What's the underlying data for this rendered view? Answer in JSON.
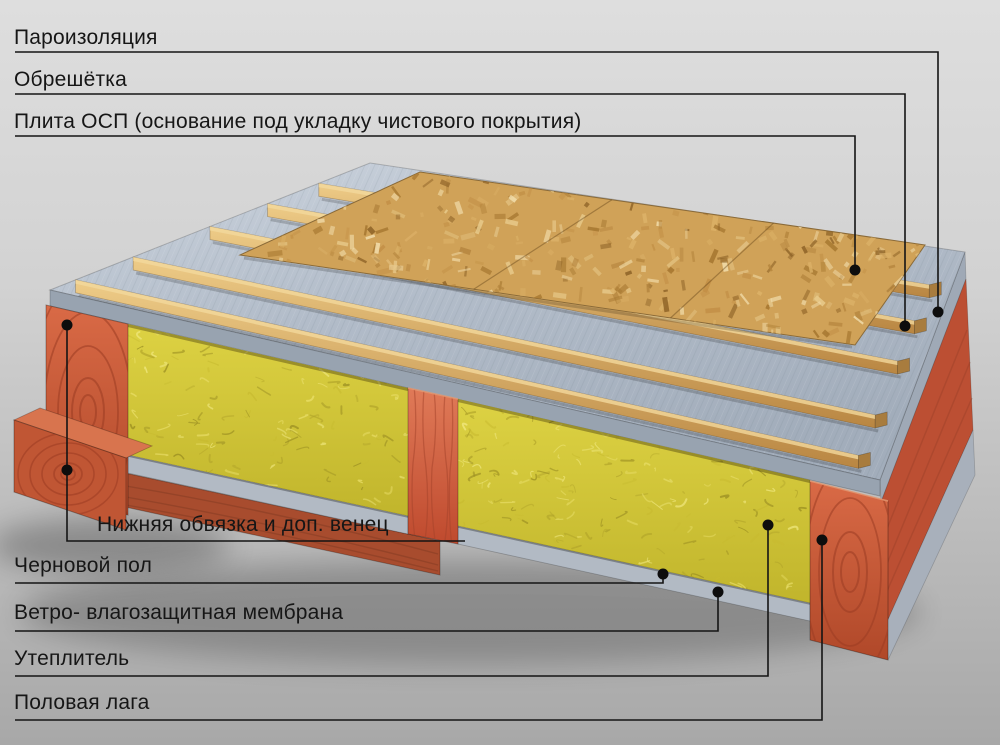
{
  "labels": {
    "vapor_barrier": "Пароизоляция",
    "lathing": "Обрешётка",
    "osb": "Плита ОСП (основание под укладку чистового покрытия)",
    "bottom_frame": "Нижняя обвязка и доп. венец",
    "subfloor": "Черновой пол",
    "membrane": "Ветро- влагозащитная мембрана",
    "insulation": "Утеплитель",
    "floor_joist": "Половая лага"
  },
  "colors": {
    "background_top": "#dedede",
    "background_bottom": "#a8a8a8",
    "membrane_gray": "#aeb9c6",
    "wood_orange": "#cc5536",
    "insulation_yellow": "#d2c63a",
    "osb_tan": "#d0a258",
    "batten_tan": "#d3a35c",
    "leader_line": "#141414"
  }
}
